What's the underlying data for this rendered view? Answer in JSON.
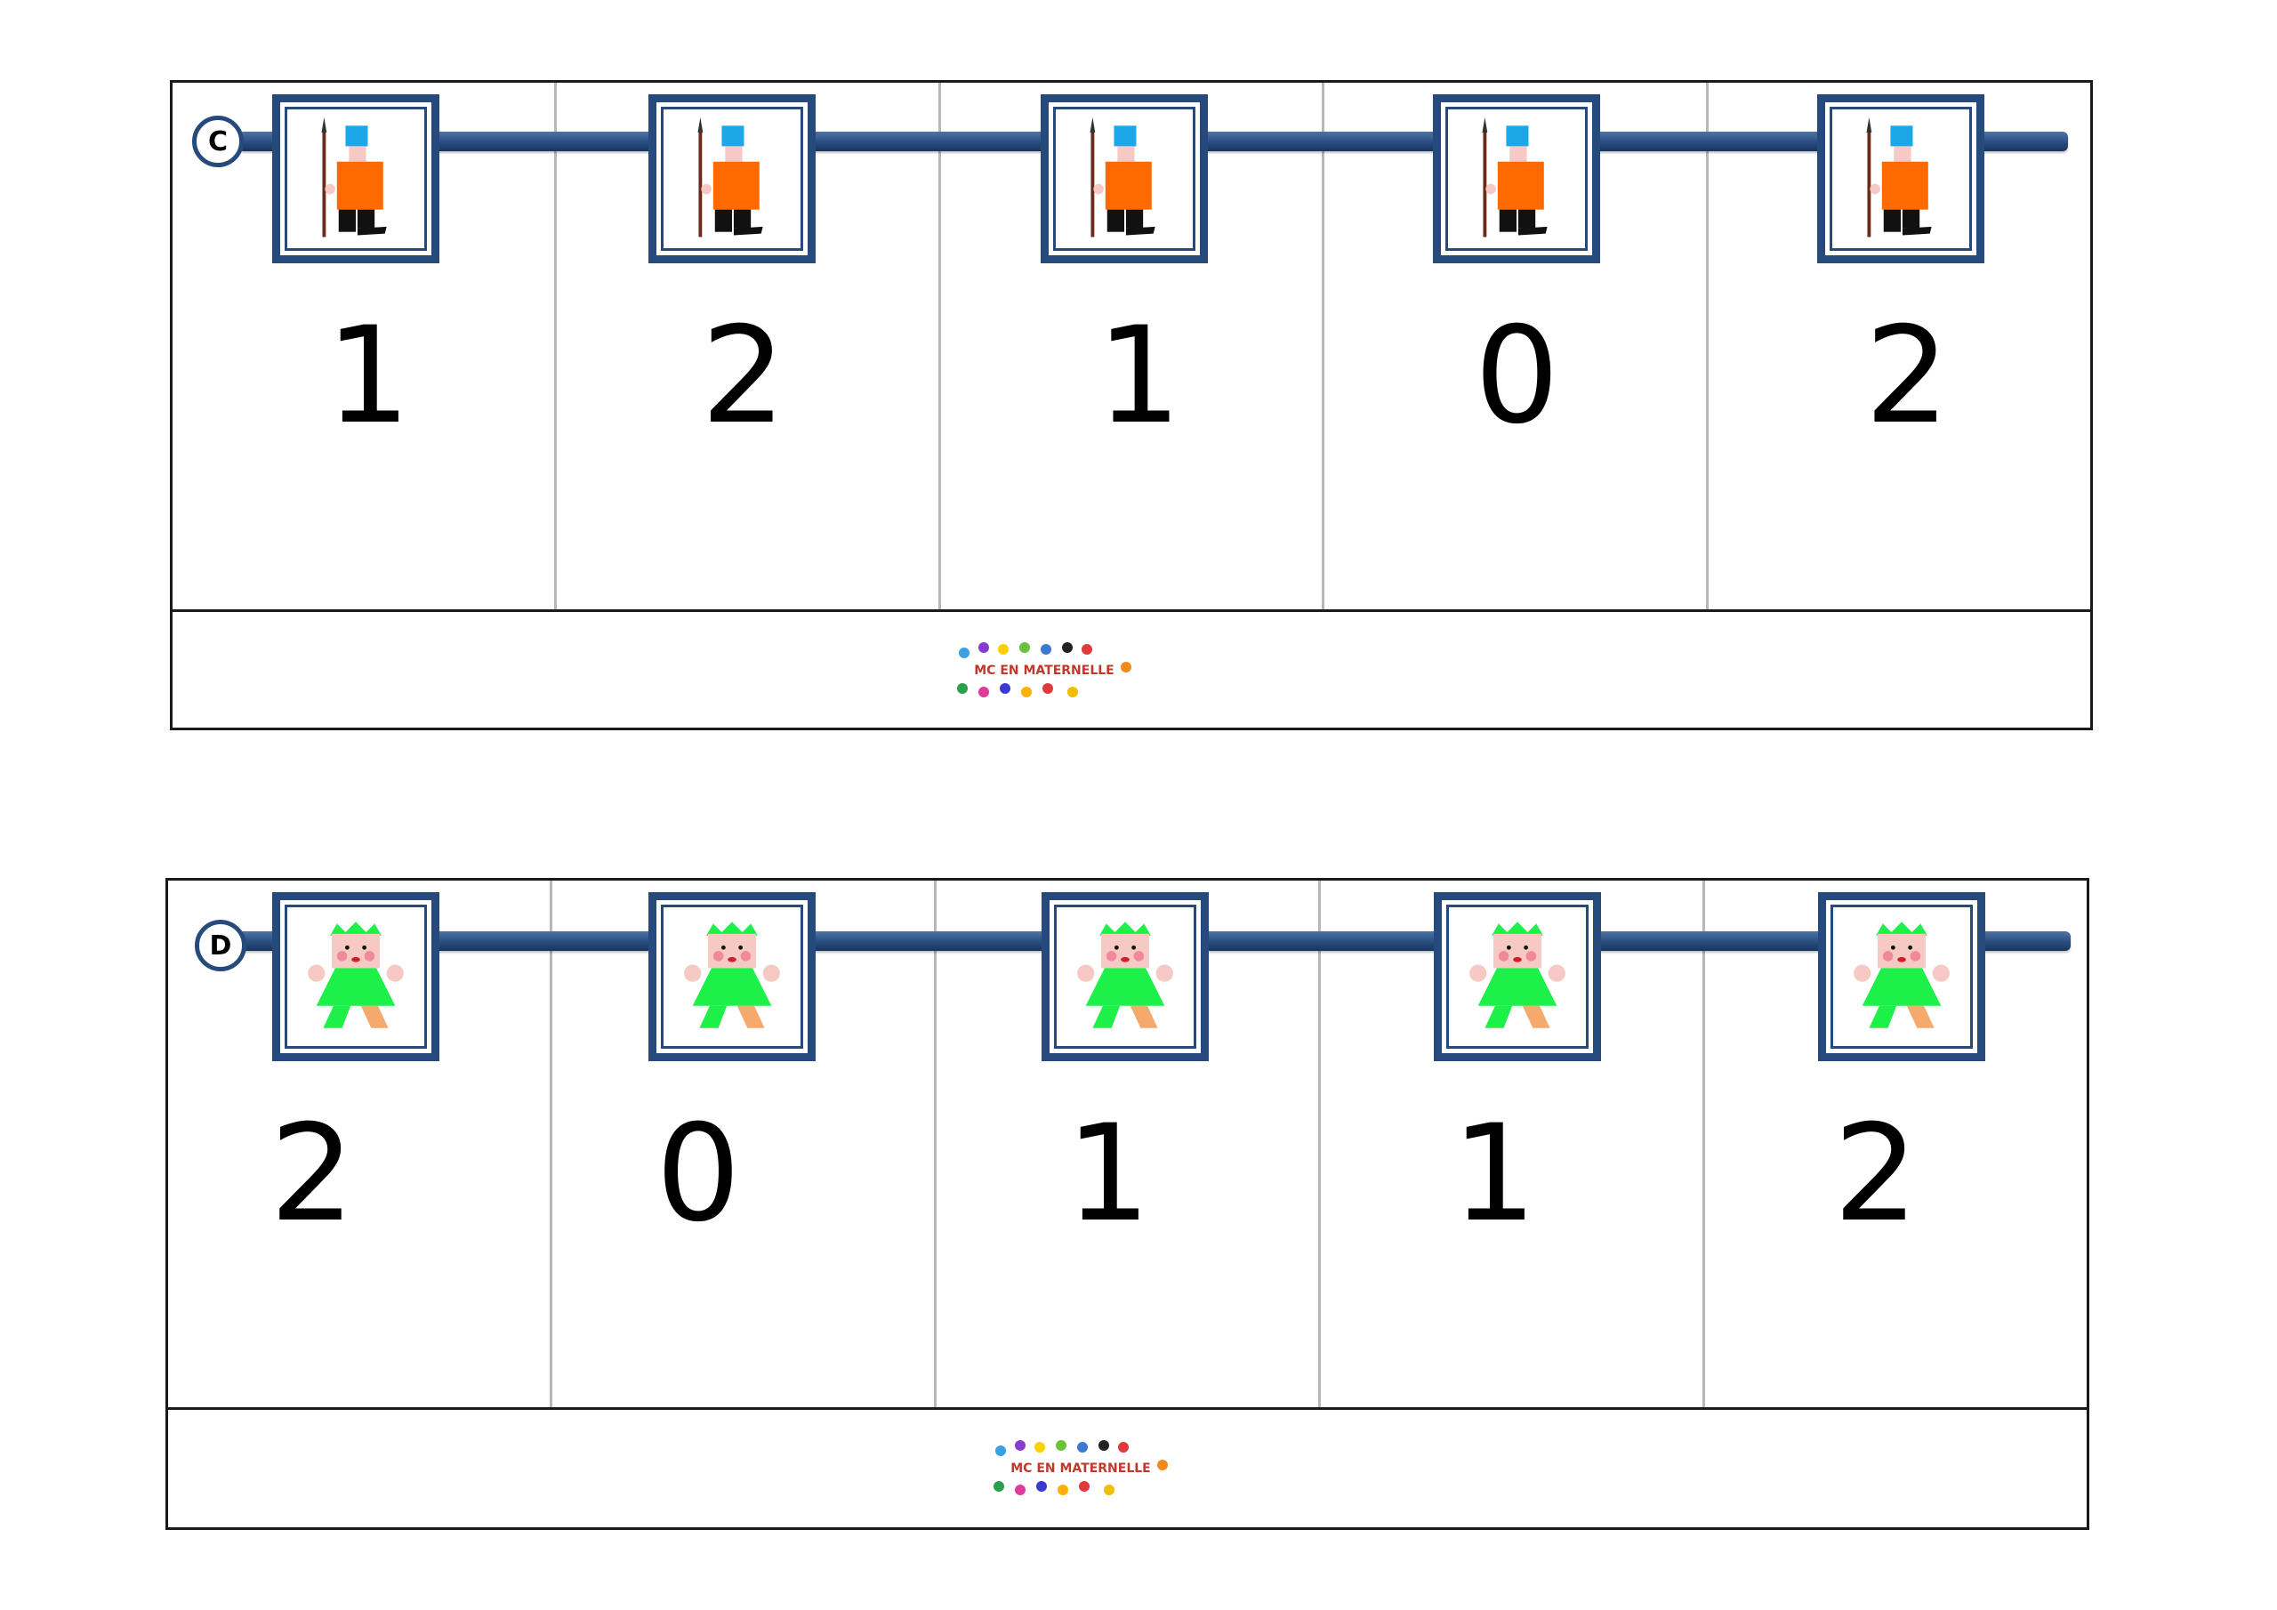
{
  "strips": [
    {
      "label": "C",
      "character_icon": "soldier-icon",
      "numbers": [
        "1",
        "2",
        "1",
        "0",
        "2"
      ],
      "logo_text": "MC EN MATERNELLE"
    },
    {
      "label": "D",
      "character_icon": "queen-icon",
      "numbers": [
        "2",
        "0",
        "1",
        "1",
        "2"
      ],
      "logo_text": "MC EN MATERNELLE"
    }
  ],
  "colors": {
    "rail": "#274a7c",
    "soldier_coat": "#ff6a00",
    "soldier_hat": "#1ea7e8",
    "queen_green": "#1ef04a",
    "queen_leg": "#f6a96c"
  }
}
